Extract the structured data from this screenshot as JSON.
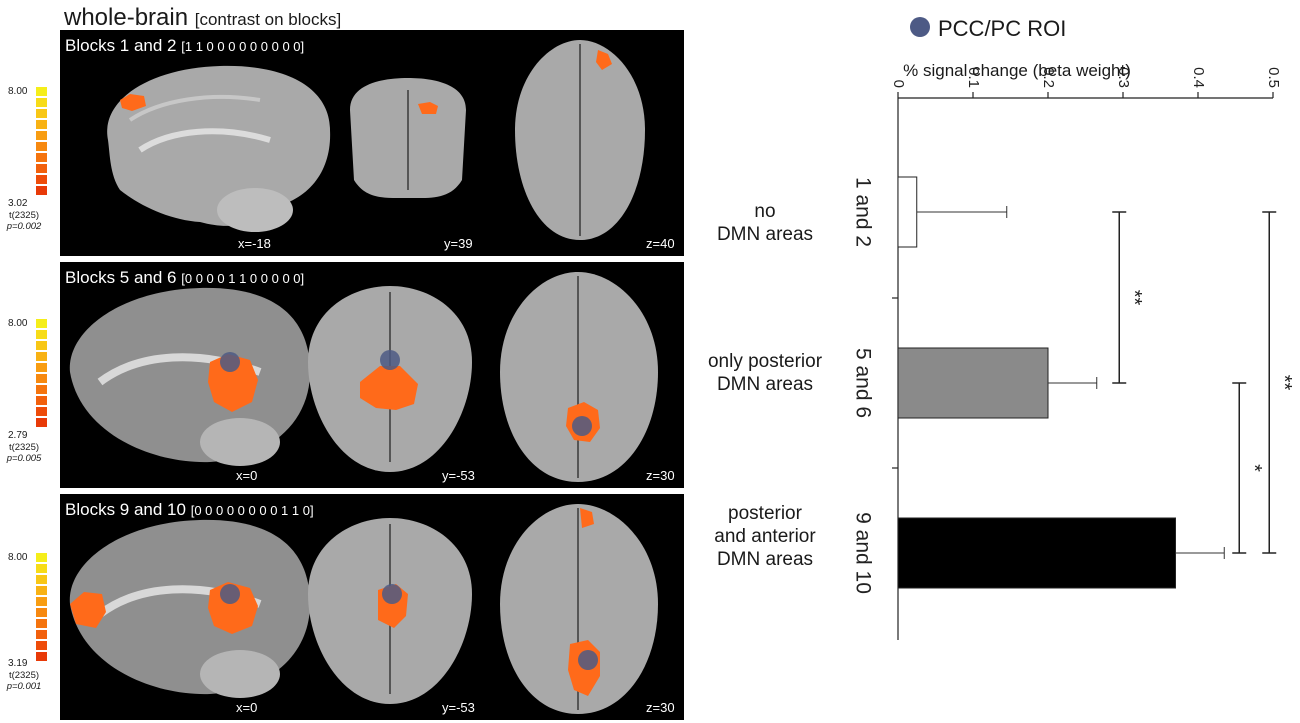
{
  "figure": {
    "title_main": "whole-brain",
    "title_sub": "[contrast on blocks]",
    "panels": [
      {
        "label": "Blocks 1 and 2",
        "vector": "[1 1 0 0 0 0 0 0 0 0 0]",
        "coords": [
          "x=-18",
          "y=39",
          "z=40"
        ],
        "description_line1": "no",
        "description_line2": "DMN areas",
        "colorbar_max": "8.00",
        "colorbar_min": "3.02",
        "stat_line1": "t(2325)",
        "stat_line2": "p=0.002"
      },
      {
        "label": "Blocks 5 and 6",
        "vector": "[0 0 0 0 1 1 0 0 0 0 0]",
        "coords": [
          "x=0",
          "y=-53",
          "z=30"
        ],
        "description_line1": "only posterior",
        "description_line2": "DMN areas",
        "colorbar_max": "8.00",
        "colorbar_min": "2.79",
        "stat_line1": "t(2325)",
        "stat_line2": "p=0.005"
      },
      {
        "label": "Blocks 9 and 10",
        "vector": "[0 0 0 0 0 0 0 0 1 1 0]",
        "coords": [
          "x=0",
          "y=-53",
          "z=30"
        ],
        "description_line1": "posterior",
        "description_line2": "and anterior",
        "description_line3": "DMN areas",
        "colorbar_max": "8.00",
        "colorbar_min": "3.19",
        "stat_line1": "t(2325)",
        "stat_line2": "p=0.001"
      }
    ],
    "colors": {
      "overlay_orange": "#ff6a1a",
      "roi_blue": "#4d5a85",
      "colorbar": [
        "#f5ee1a",
        "#f7dc18",
        "#f8c716",
        "#f8b214",
        "#f89d12",
        "#f78910",
        "#f5740e",
        "#f2600c",
        "#ee4c0a",
        "#e83a08"
      ]
    }
  },
  "chart_data": {
    "type": "bar",
    "orientation": "horizontal",
    "legend": "PCC/PC ROI",
    "xlabel": "% signal change (beta weight)",
    "xlim": [
      0,
      0.5
    ],
    "ticks": [
      "0",
      "0.1",
      "0.2",
      "0.3",
      "0.4",
      "0.5"
    ],
    "categories": [
      "1 and 2",
      "5 and 6",
      "9 and 10"
    ],
    "values": [
      0.025,
      0.2,
      0.37
    ],
    "errors": [
      0.12,
      0.065,
      0.065
    ],
    "bar_colors": [
      "#ffffff",
      "#8a8a8a",
      "#000000"
    ],
    "significance": [
      {
        "from": 0,
        "to": 1,
        "label": "**",
        "at": 0.295
      },
      {
        "from": 1,
        "to": 2,
        "label": "*",
        "at": 0.455
      },
      {
        "from": 0,
        "to": 2,
        "label": "**",
        "at": 0.495
      }
    ]
  }
}
